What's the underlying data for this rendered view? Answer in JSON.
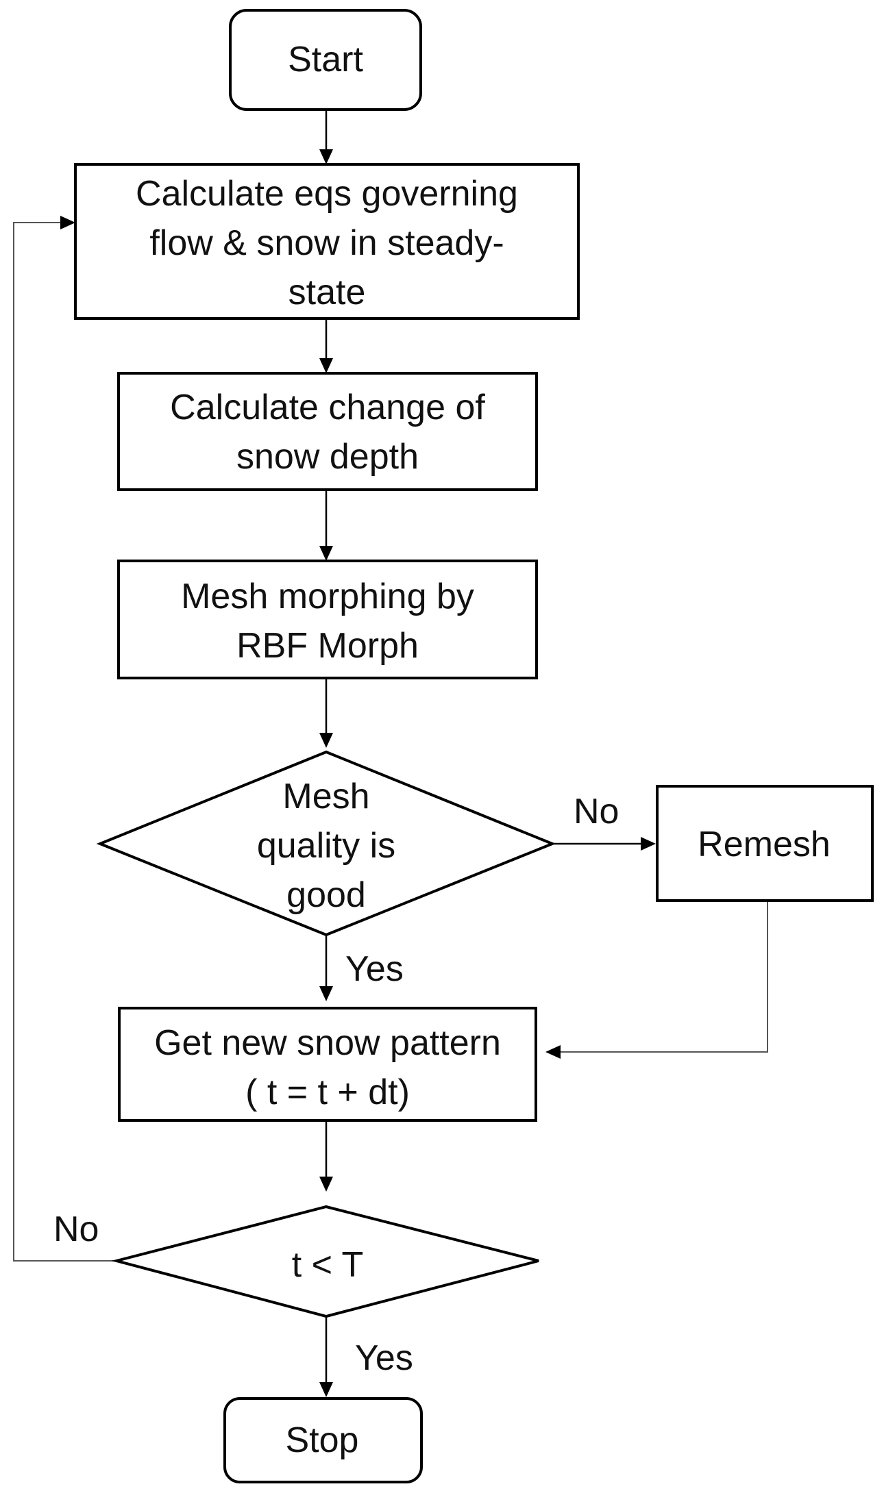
{
  "nodes": {
    "start": {
      "lines": [
        "Start"
      ]
    },
    "calc_eqs": {
      "lines": [
        "Calculate eqs governing",
        "flow & snow in steady-",
        "state"
      ]
    },
    "calc_depth": {
      "lines": [
        "Calculate change of",
        "snow depth"
      ]
    },
    "morph": {
      "lines": [
        "Mesh morphing by",
        "RBF Morph"
      ]
    },
    "quality": {
      "lines": [
        "Mesh",
        "quality is",
        "good"
      ]
    },
    "remesh": {
      "lines": [
        "Remesh"
      ]
    },
    "new_pattern": {
      "lines": [
        "Get new snow pattern",
        "( t = t + dt)"
      ]
    },
    "time_check": {
      "lines": [
        "t < T"
      ]
    },
    "stop": {
      "lines": [
        "Stop"
      ]
    }
  },
  "edge_labels": {
    "quality_no": "No",
    "quality_yes": "Yes",
    "time_no": "No",
    "time_yes": "Yes"
  }
}
